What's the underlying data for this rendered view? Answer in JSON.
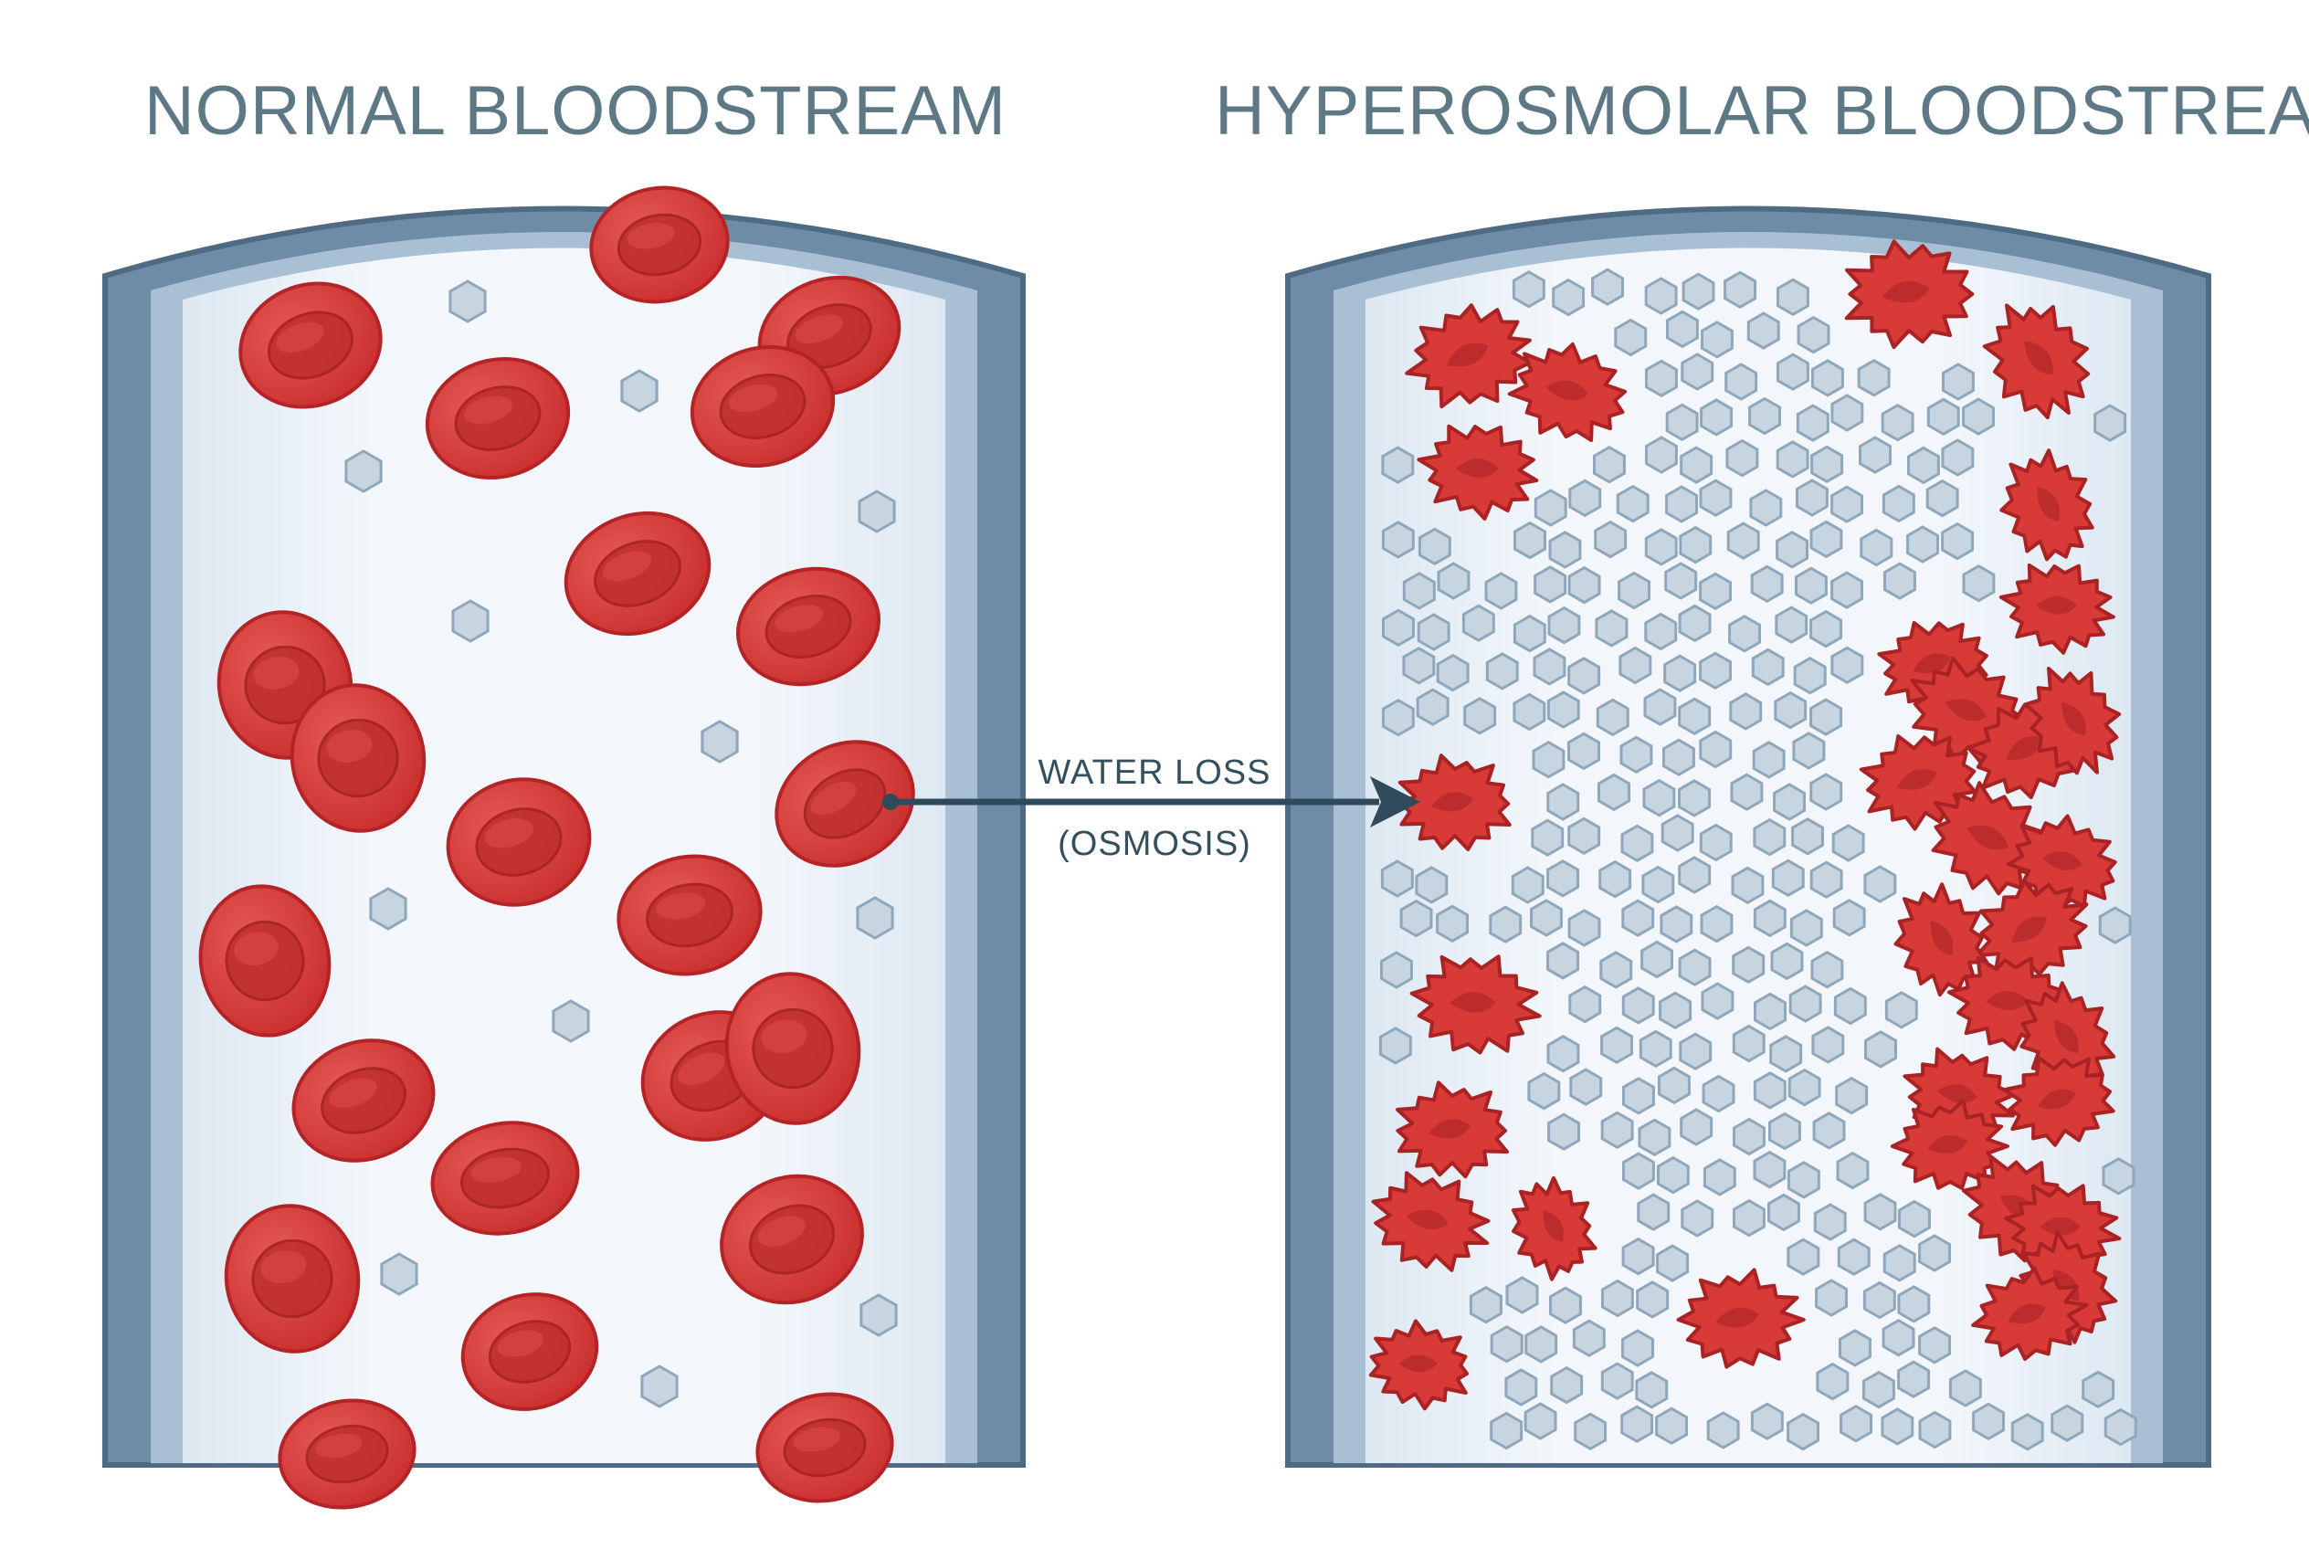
{
  "left_panel": {
    "title": "NORMAL BLOODSTREAM"
  },
  "right_panel": {
    "title": "HYPEROSMOLAR BLOODSTREAM"
  },
  "arrow": {
    "line1": "WATER LOSS",
    "line2": "(OSMOSIS)"
  },
  "colors": {
    "vessel_wall": "#6f8ca7",
    "vessel_inner": "#a9bfd3",
    "plasma": "#eaf1f8",
    "rbc": "#d83a38",
    "rbc_dark": "#b42426",
    "solute": "#c7d5e1",
    "solute_stroke": "#8fa7ba",
    "arrow": "#2f4a5a"
  }
}
